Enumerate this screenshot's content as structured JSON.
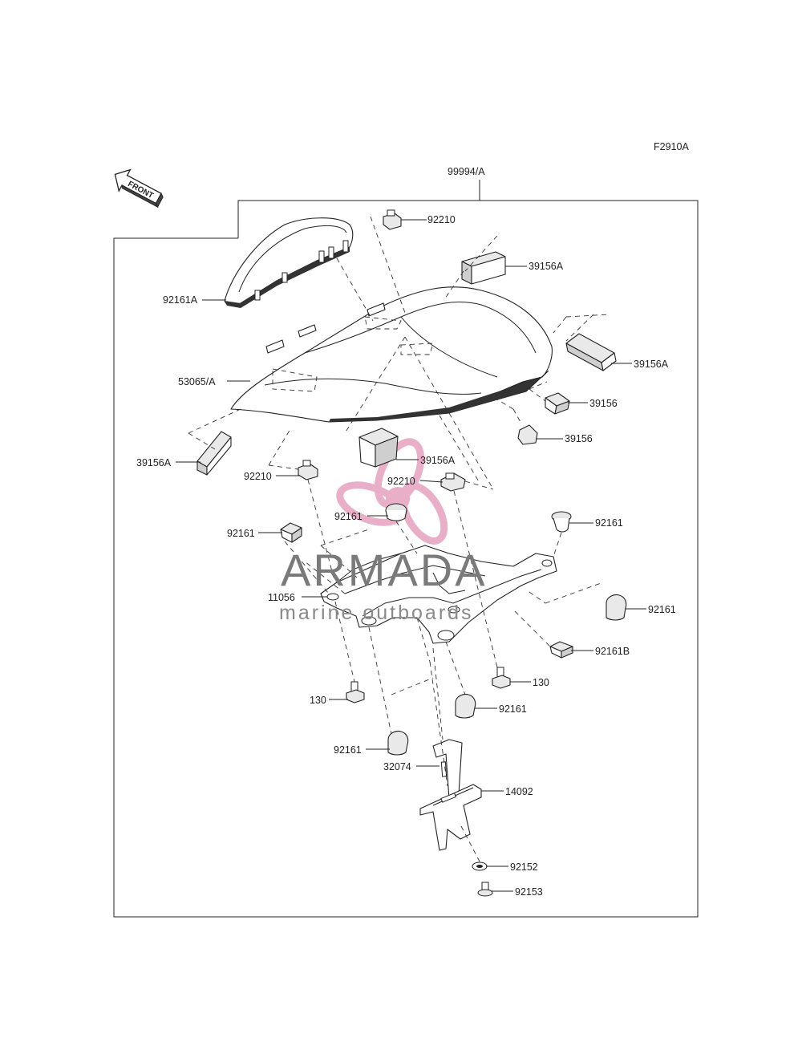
{
  "figure_code": "F2910A",
  "assembly_label": "99994/A",
  "front_arrow_label": "FRONT",
  "watermark": {
    "brand": "ARMADA",
    "tagline": "marine outboards",
    "logo_color": "#e8a7c3"
  },
  "labels": {
    "l92210_top": "92210",
    "l39156A_top": "39156A",
    "l92161A": "92161A",
    "l39156A_right": "39156A",
    "l53065A": "53065/A",
    "l39156_r1": "39156",
    "l39156_r2": "39156",
    "l39156A_left": "39156A",
    "l39156A_mid": "39156A",
    "l92210_left": "92210",
    "l92210_mid": "92210",
    "l92161_center": "92161",
    "l92161_right1": "92161",
    "l92161_left": "92161",
    "l11056": "11056",
    "l92161_right2": "92161",
    "l92161B": "92161B",
    "l130_right": "130",
    "l130_left": "130",
    "l92161_low_right": "92161",
    "l92161_low_left": "92161",
    "l32074": "32074",
    "l14092": "14092",
    "l92152": "92152",
    "l92153": "92153"
  }
}
